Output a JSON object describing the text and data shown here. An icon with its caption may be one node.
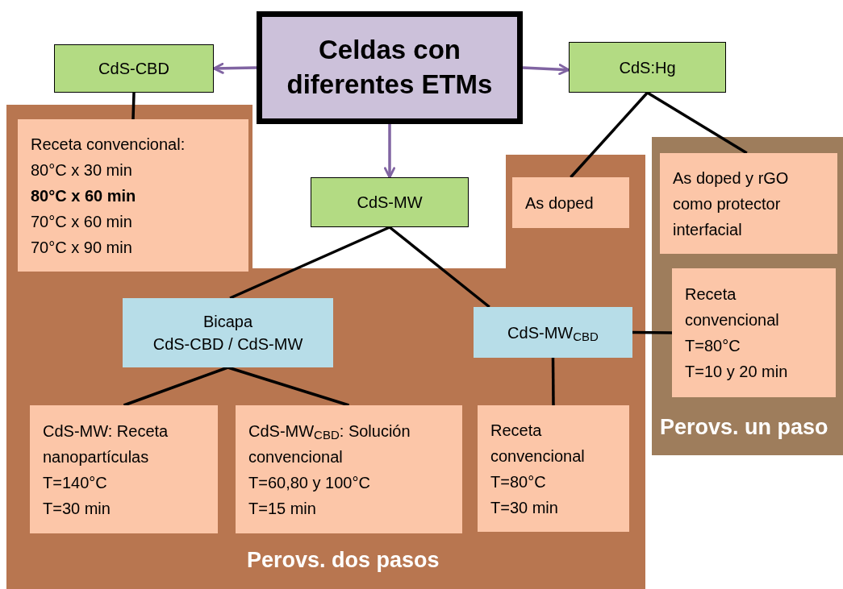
{
  "diagram": {
    "nodes": [
      {
        "text": [
          "Celdas con diferentes ETMs"
        ]
      },
      {
        "text": [
          "CdS-CBD"
        ]
      },
      {
        "text": [
          "CdS:Hg"
        ]
      },
      {
        "text": [
          "CdS-MW"
        ]
      },
      {
        "text": [
          "Perovs. dos pasos"
        ]
      },
      {
        "text": [
          "Receta convencional:",
          "80°C x 30 min",
          "**80°C x 60 min**",
          "70°C x 60 min",
          "70°C x 90 min"
        ],
        "in": 4
      },
      {
        "text": [
          "As doped"
        ],
        "in": 4
      },
      {
        "text": [
          "Bicapa",
          "CdS-CBD / CdS-MW"
        ],
        "in": 4
      },
      {
        "text": [
          "CdS-MW$_{CBD}$"
        ],
        "in": 4
      },
      {
        "text": [
          "CdS-MW: Receta nanopartículas",
          "T=140°C",
          "T=30 min"
        ],
        "in": 4
      },
      {
        "text": [
          "CdS-MW$_{CBD}$: Solución convencional",
          "T=60,80 y 100°C",
          "T=15 min"
        ],
        "in": 4
      },
      {
        "text": [
          "Receta convencional",
          "T=80°C",
          "T=30 min"
        ],
        "in": 4
      },
      {
        "text": [
          "Perovs. un paso"
        ]
      },
      {
        "text": [
          "As doped y rGO como protector interfacial"
        ],
        "in": 12
      },
      {
        "text": [
          "Receta convencional",
          "T=80°C",
          "T=10 y 20 min"
        ],
        "in": 12
      }
    ],
    "edges": [
      {
        "from": 0,
        "to": 1,
        "arrow": "to",
        "color": "#8064a2"
      },
      {
        "from": 0,
        "to": 2,
        "arrow": "to",
        "color": "#8064a2"
      },
      {
        "from": 0,
        "to": 3,
        "arrow": "to",
        "color": "#8064a2"
      },
      {
        "from": 1,
        "to": 5,
        "arrow": "none"
      },
      {
        "from": 2,
        "to": 6,
        "arrow": "none"
      },
      {
        "from": 2,
        "to": 13,
        "arrow": "none"
      },
      {
        "from": 3,
        "to": 7,
        "arrow": "none"
      },
      {
        "from": 3,
        "to": 8,
        "arrow": "none"
      },
      {
        "from": 7,
        "to": 9,
        "arrow": "none"
      },
      {
        "from": 7,
        "to": 10,
        "arrow": "none"
      },
      {
        "from": 8,
        "to": 11,
        "arrow": "none"
      },
      {
        "from": 8,
        "to": 14,
        "arrow": "none"
      }
    ]
  }
}
